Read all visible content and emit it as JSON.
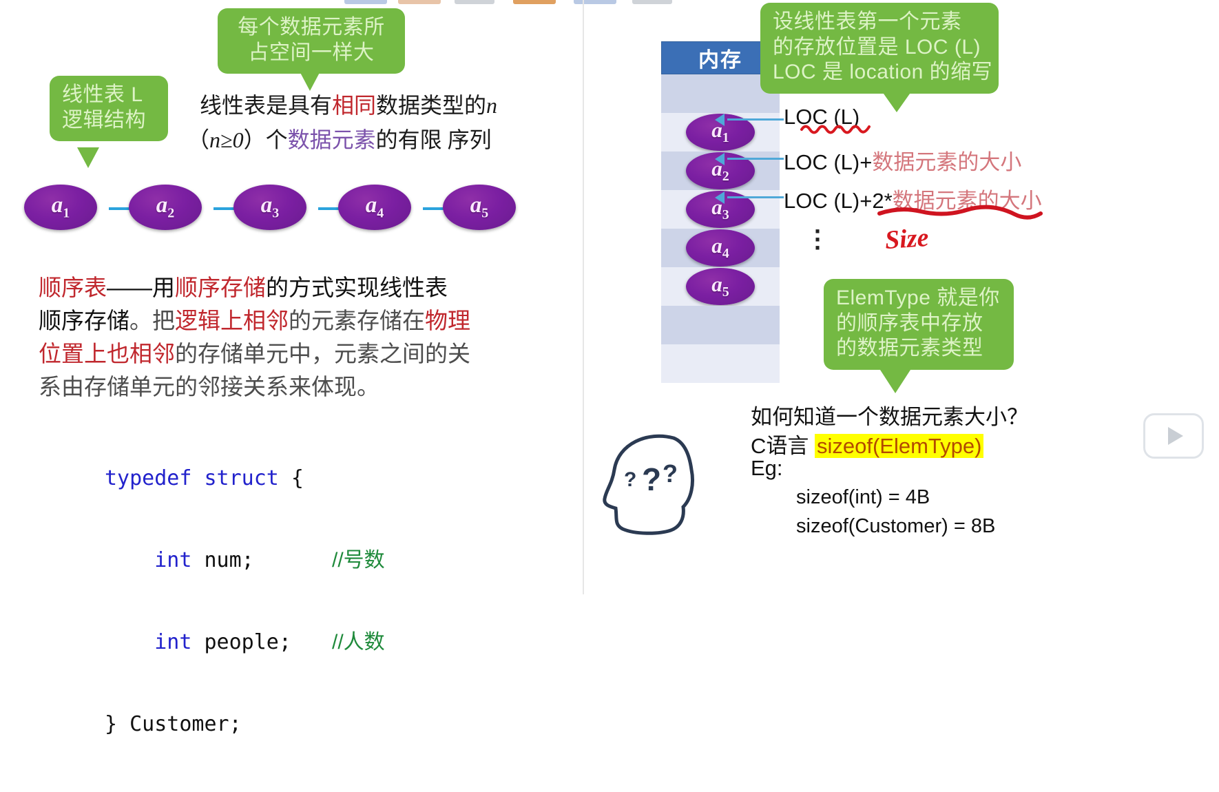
{
  "slide": {
    "bubbles": [
      {
        "id": "bubble-element-size",
        "lines": [
          "每个数据元素所",
          "占空间一样大"
        ]
      },
      {
        "id": "bubble-linear-list",
        "lines": [
          "线性表 L",
          "逻辑结构"
        ]
      },
      {
        "id": "bubble-loc",
        "lines": [
          "设线性表第一个元素",
          "的存放位置是 LOC (L)",
          "LOC 是 location 的缩写"
        ]
      },
      {
        "id": "bubble-elemtype",
        "lines": [
          "ElemType 就是你",
          "的顺序表中存放",
          "的数据元素类型"
        ]
      }
    ],
    "definition": {
      "line1_a": "线性表是具有",
      "line1_red": "相同",
      "line1_b": "数据类型的",
      "line1_n": "n",
      "line2_a": "（",
      "line2_n": "n≥0",
      "line2_b": "）个",
      "line2_purple": "数据元素",
      "line2_c": "的有限 序列"
    },
    "chain_nodes": [
      {
        "label": "a",
        "sub": "1"
      },
      {
        "label": "a",
        "sub": "2"
      },
      {
        "label": "a",
        "sub": "3"
      },
      {
        "label": "a",
        "sub": "4"
      },
      {
        "label": "a",
        "sub": "5"
      }
    ],
    "seqlist": {
      "l1_red1": "顺序表",
      "l1_dash": "——用",
      "l1_red2": "顺序存储",
      "l1_rest": "的方式实现线性表",
      "l2_a": "顺序存储",
      "l2_b": "。把",
      "l2_red": "逻辑上相邻",
      "l2_c": "的元素存储在",
      "l2_red2": "物理",
      "l3_red": "位置上也相邻",
      "l3_rest": "的存储单元中，元素之间的关",
      "l4": "系由存储单元的邻接关系来体现。"
    },
    "code": {
      "line1_kw": "typedef struct",
      "line1_brace": " {",
      "line2_kw": "int",
      "line2_rest": " num;",
      "line2_comment": "//号数",
      "line3_kw": "int",
      "line3_rest": " people;",
      "line3_comment": "//人数",
      "line4": "} Customer;"
    },
    "memory": {
      "header": "内存",
      "cells": [
        "",
        "a1",
        "a2",
        "a3",
        "a4",
        "a5",
        "",
        ""
      ]
    },
    "loc_labels": [
      "LOC (L)",
      {
        "prefix": "LOC (L)+",
        "red": "数据元素的大小"
      },
      {
        "prefix": "LOC (L)+2*",
        "red": "数据元素的大小"
      }
    ],
    "handwriting": {
      "size": "Size"
    },
    "bottom_right": {
      "q": "如何知道一个数据元素大小？",
      "c_prefix": "C语言 ",
      "c_highlight": "sizeof(ElemType)",
      "eg": "Eg:",
      "eg1": "sizeof(int) = 4B",
      "eg2": "sizeof(Customer) = 8B"
    },
    "icons": {
      "play": "play-icon",
      "thinking_head": "thinking-head-icon"
    },
    "colors": {
      "bubble_green": "#74b943",
      "bubble_text": "#ddf3c6",
      "memory_header": "#3b6fb6",
      "memory_row_odd": "#cdd4e8",
      "memory_row_even": "#e9ecf6",
      "node_purple": "#7b1fa2",
      "link_blue": "#2ba3dd",
      "accent_red": "#c0272d",
      "accent_purple": "#7b52ab",
      "hand_red": "#d8181f",
      "highlight_yellow": "#ffff00",
      "comment_green": "#1f8a3b",
      "keyword_blue": "#2222cc"
    },
    "top_chips": [
      {
        "color": "#b9c9e4"
      },
      {
        "color": "#e8c4a8"
      },
      {
        "color": "#cfd3d8"
      },
      {
        "color": "#e0a060"
      },
      {
        "color": "#b9c9e4"
      },
      {
        "color": "#cfd3d8"
      }
    ]
  }
}
